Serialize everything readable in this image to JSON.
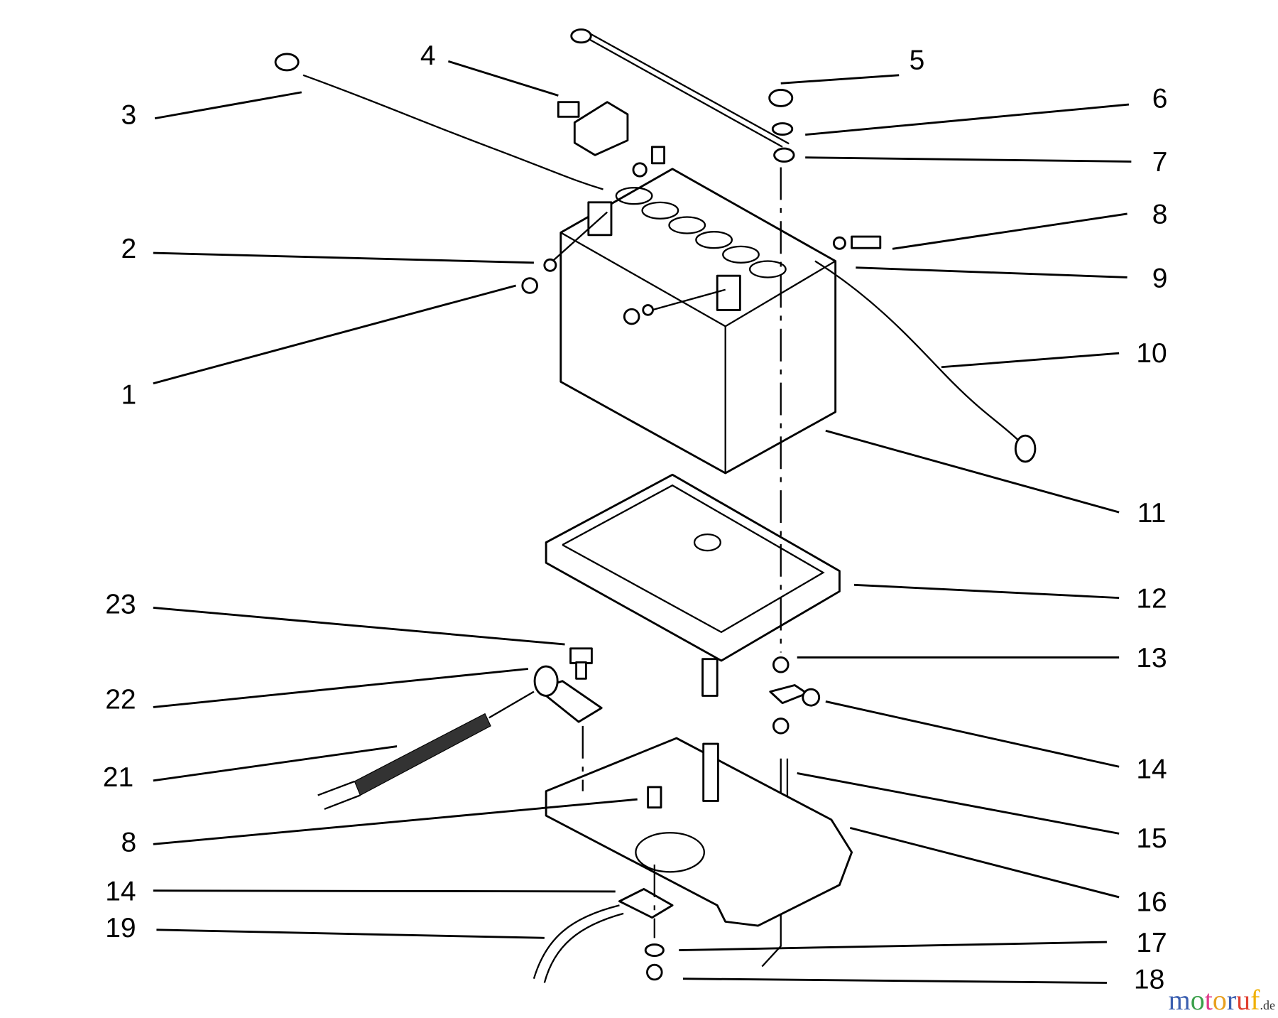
{
  "diagram": {
    "title": "Battery assembly parts diagram",
    "callouts": [
      {
        "id": "c3",
        "label": "3"
      },
      {
        "id": "c4",
        "label": "4"
      },
      {
        "id": "c5",
        "label": "5"
      },
      {
        "id": "c6",
        "label": "6"
      },
      {
        "id": "c7",
        "label": "7"
      },
      {
        "id": "c8a",
        "label": "8"
      },
      {
        "id": "c9",
        "label": "9"
      },
      {
        "id": "c10",
        "label": "10"
      },
      {
        "id": "c11",
        "label": "11"
      },
      {
        "id": "c12",
        "label": "12"
      },
      {
        "id": "c13",
        "label": "13"
      },
      {
        "id": "c14a",
        "label": "14"
      },
      {
        "id": "c15",
        "label": "15"
      },
      {
        "id": "c16",
        "label": "16"
      },
      {
        "id": "c17",
        "label": "17"
      },
      {
        "id": "c18",
        "label": "18"
      },
      {
        "id": "c19",
        "label": "19"
      },
      {
        "id": "c14b",
        "label": "14"
      },
      {
        "id": "c8b",
        "label": "8"
      },
      {
        "id": "c21",
        "label": "21"
      },
      {
        "id": "c22",
        "label": "22"
      },
      {
        "id": "c23",
        "label": "23"
      },
      {
        "id": "c1",
        "label": "1"
      },
      {
        "id": "c2",
        "label": "2"
      }
    ]
  },
  "watermark": {
    "parts": [
      "m",
      "o",
      "t",
      "o",
      "r",
      "u",
      "f"
    ],
    "suffix": ".de",
    "colors": [
      "#3b5fb0",
      "#3aa04a",
      "#e03a8a",
      "#e8a020",
      "#3b5fb0",
      "#e04030",
      "#f0b000"
    ]
  }
}
